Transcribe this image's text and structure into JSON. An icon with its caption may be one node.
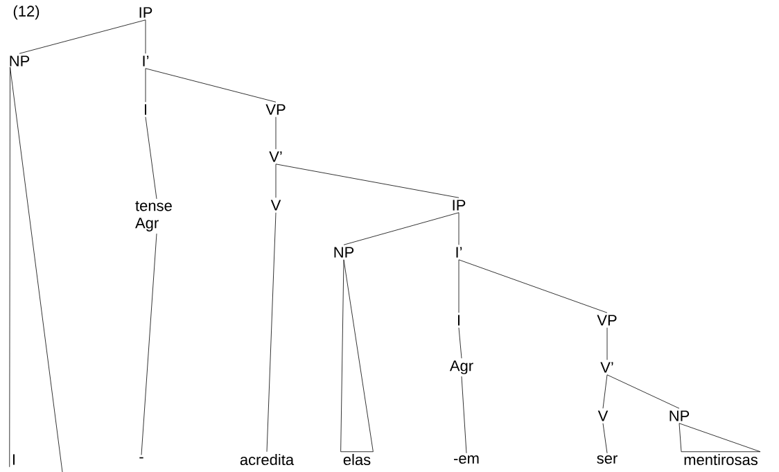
{
  "diagram": {
    "nodes": [
      {
        "text": [
          "IP"
        ]
      },
      {
        "text": [
          "NP"
        ]
      },
      {
        "text": [
          "I’"
        ]
      },
      {
        "text": [
          "I"
        ]
      },
      {
        "text": [
          "VP"
        ]
      },
      {
        "text": [
          "V’"
        ]
      },
      {
        "text": [
          "tense Agr"
        ]
      },
      {
        "text": [
          "V"
        ]
      },
      {
        "text": [
          "IP"
        ]
      },
      {
        "text": [
          "NP"
        ]
      },
      {
        "text": [
          "I’"
        ]
      },
      {
        "text": [
          "I"
        ]
      },
      {
        "text": [
          "VP"
        ]
      },
      {
        "text": [
          "Agr"
        ]
      },
      {
        "text": [
          "V’"
        ]
      },
      {
        "text": [
          "V"
        ]
      },
      {
        "text": [
          "NP"
        ]
      },
      {
        "text": [
          "I"
        ]
      },
      {
        "text": [
          "-"
        ]
      },
      {
        "text": [
          "acredita"
        ]
      },
      {
        "text": [
          "elas"
        ]
      },
      {
        "text": [
          "-em"
        ]
      },
      {
        "text": [
          "ser"
        ]
      },
      {
        "text": [
          "mentirosas"
        ]
      }
    ],
    "edges": [
      {
        "from": 0,
        "to": 1,
        "arrow": "none"
      },
      {
        "from": 0,
        "to": 2,
        "arrow": "none"
      },
      {
        "from": 1,
        "to": 17,
        "arrow": "none"
      },
      {
        "from": 2,
        "to": 3,
        "arrow": "none"
      },
      {
        "from": 2,
        "to": 4,
        "arrow": "none"
      },
      {
        "from": 3,
        "to": 6,
        "arrow": "none"
      },
      {
        "from": 4,
        "to": 5,
        "arrow": "none"
      },
      {
        "from": 5,
        "to": 7,
        "arrow": "none"
      },
      {
        "from": 5,
        "to": 8,
        "arrow": "none"
      },
      {
        "from": 6,
        "to": 18,
        "arrow": "none"
      },
      {
        "from": 7,
        "to": 19,
        "arrow": "none"
      },
      {
        "from": 8,
        "to": 9,
        "arrow": "none"
      },
      {
        "from": 8,
        "to": 10,
        "arrow": "none"
      },
      {
        "from": 9,
        "to": 20,
        "arrow": "none"
      },
      {
        "from": 10,
        "to": 11,
        "arrow": "none"
      },
      {
        "from": 10,
        "to": 12,
        "arrow": "none"
      },
      {
        "from": 11,
        "to": 13,
        "arrow": "none"
      },
      {
        "from": 12,
        "to": 14,
        "arrow": "none"
      },
      {
        "from": 13,
        "to": 21,
        "arrow": "none"
      },
      {
        "from": 14,
        "to": 15,
        "arrow": "none"
      },
      {
        "from": 14,
        "to": 16,
        "arrow": "none"
      },
      {
        "from": 15,
        "to": 22,
        "arrow": "none"
      },
      {
        "from": 16,
        "to": 23,
        "arrow": "none"
      }
    ],
    "labels": [
      "(12)"
    ]
  }
}
